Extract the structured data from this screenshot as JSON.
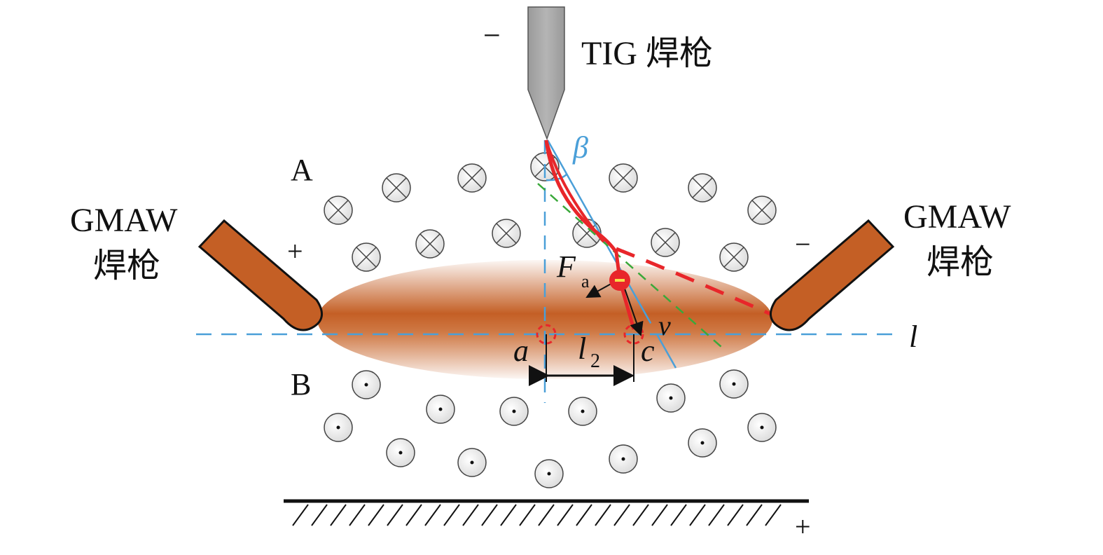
{
  "labels": {
    "tig_torch": "TIG 焊枪",
    "tig_polarity": "−",
    "gmaw_left_line1": "GMAW",
    "gmaw_left_line2": "焊枪",
    "gmaw_left_polarity": "+",
    "gmaw_right_line1": "GMAW",
    "gmaw_right_line2": "焊枪",
    "gmaw_right_polarity": "−",
    "region_a": "A",
    "region_b": "B",
    "workpiece_polarity": "+",
    "line_l": "l",
    "point_a": "a",
    "point_c": "c",
    "distance_l": "l",
    "distance_sub": "2",
    "force_f": "F",
    "force_sub": "a",
    "velocity": "v",
    "angle_beta": "β"
  },
  "colors": {
    "torch": "#c45f25",
    "arc": "#e8262a",
    "guide": "#4a9fd8",
    "green": "#3aa83a",
    "tig": "#a8a8a8"
  }
}
